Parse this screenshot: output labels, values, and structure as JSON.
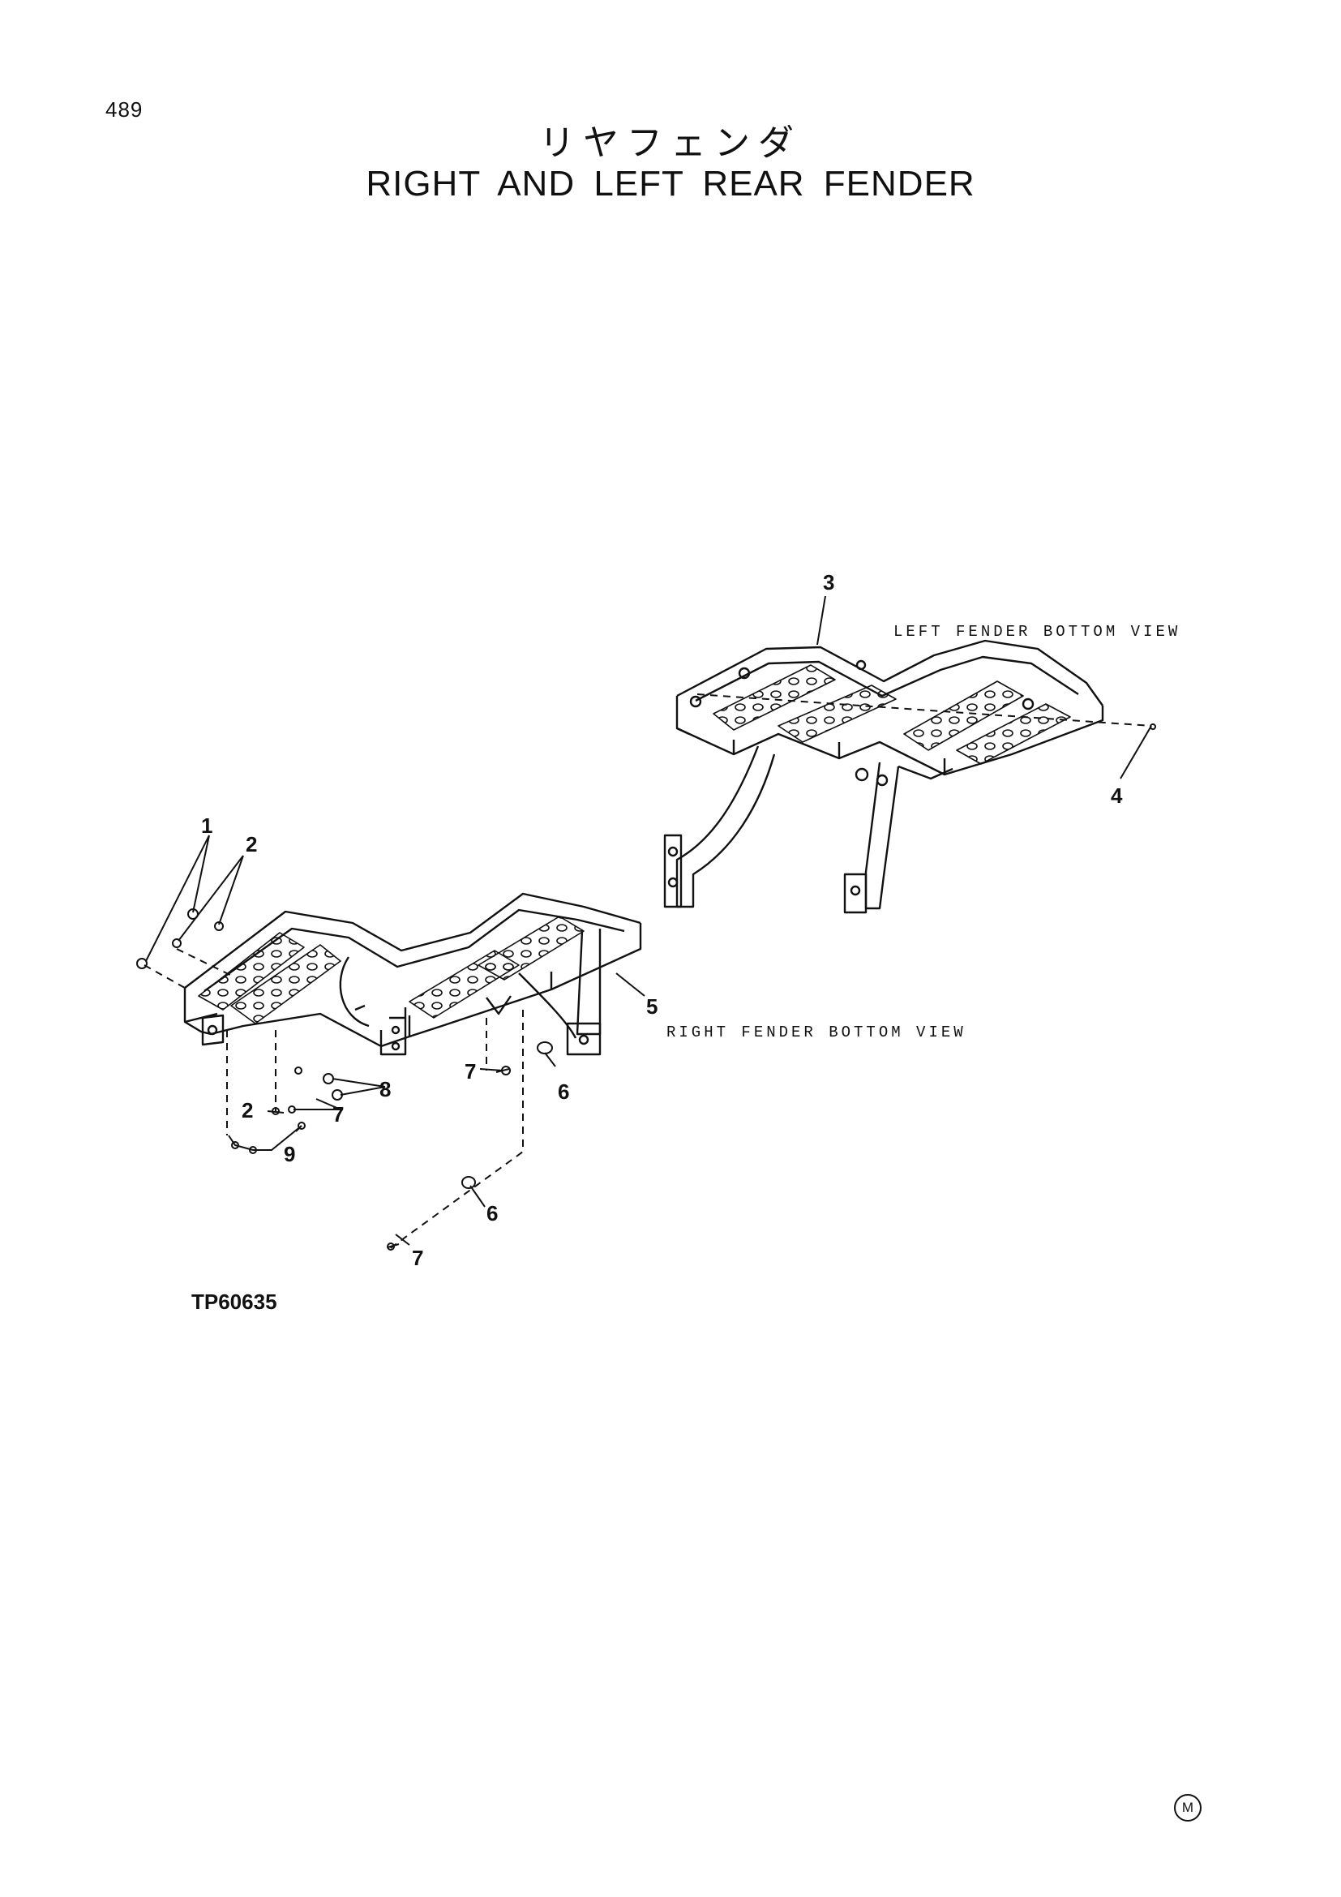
{
  "page_number": "489",
  "title_jp": "リヤフェンダ",
  "title_en": "RIGHT AND LEFT REAR FENDER",
  "figure_code": "TP60635",
  "mark": "M",
  "views": {
    "left": "LEFT FENDER BOTTOM VIEW",
    "right": "RIGHT FENDER BOTTOM VIEW"
  },
  "callouts": {
    "c1": "1",
    "c2a": "2",
    "c2b": "2",
    "c3": "3",
    "c4": "4",
    "c5": "5",
    "c6a": "6",
    "c6b": "6",
    "c7a": "7",
    "c7b": "7",
    "c7c": "7",
    "c8": "8",
    "c9": "9"
  }
}
